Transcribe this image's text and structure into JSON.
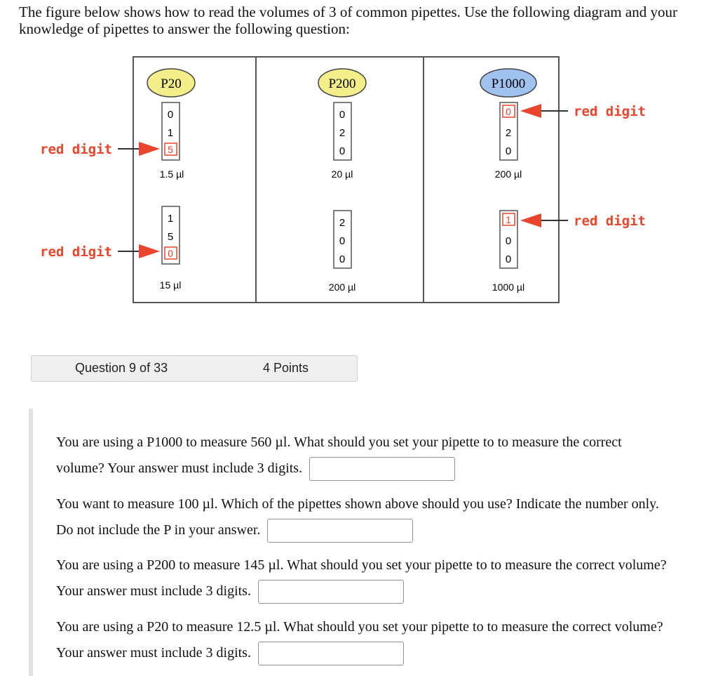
{
  "intro_text": "The figure below shows how to read the volumes of 3 of common pipettes. Use the following diagram and your knowledge of pipettes to answer the following question:",
  "figure": {
    "pipettes": [
      {
        "name": "P20",
        "top_digits": [
          "0",
          "1",
          "5"
        ],
        "top_volume": "1.5 µl",
        "bottom_digits": [
          "1",
          "5",
          "0"
        ],
        "bottom_volume": "15 µl"
      },
      {
        "name": "P200",
        "top_digits": [
          "0",
          "2",
          "0"
        ],
        "top_volume": "20 µl",
        "bottom_digits": [
          "2",
          "0",
          "0"
        ],
        "bottom_volume": "200 µl"
      },
      {
        "name": "P1000",
        "top_digits": [
          "0",
          "2",
          "0"
        ],
        "top_volume": "200 µl",
        "bottom_digits": [
          "1",
          "0",
          "0"
        ],
        "bottom_volume": "1000 µl"
      }
    ],
    "red_digit_label": "red digit",
    "colors": {
      "p20_badge": "#f3ee8a",
      "p200_badge": "#f3ee8a",
      "p1000_badge": "#9fc2f0",
      "arrow": "#e8452c",
      "red_digit": "#e8452c"
    }
  },
  "question_bar": {
    "number": "Question 9 of 33",
    "points": "4 Points"
  },
  "questions": [
    {
      "text": "You are using a P1000 to measure 560 µl. What should you set your pipette to to measure the correct volume? Your answer must include 3 digits.",
      "value": ""
    },
    {
      "text": "You want to measure 100 µl. Which of the pipettes shown above should you use? Indicate the number only. Do not include the P in your answer.",
      "value": ""
    },
    {
      "text": "You are using a P200 to measure 145 µl. What should you set your pipette to to measure the correct volume? Your answer must include 3 digits.",
      "value": ""
    },
    {
      "text": "You are using a P20 to measure 12.5 µl. What should you set your pipette to to measure the correct volume? Your answer must include 3 digits.",
      "value": ""
    }
  ]
}
